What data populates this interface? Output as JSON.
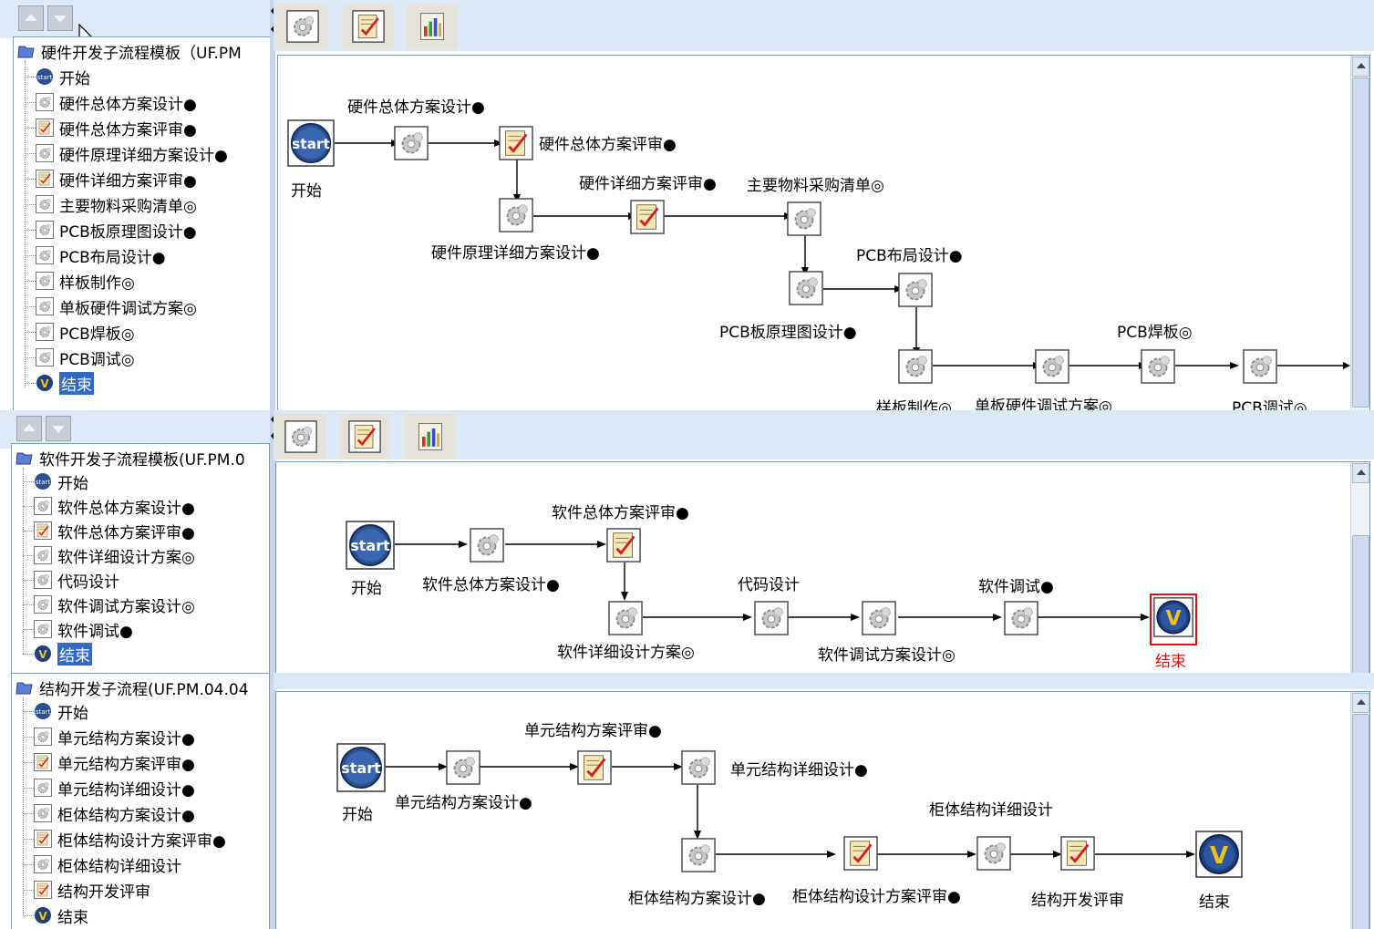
{
  "panels": [
    {
      "id": "hw",
      "tree_root": "硬件开发子流程模板（UF.PM",
      "tree": [
        {
          "label": "开始",
          "icon": "start"
        },
        {
          "label": "硬件总体方案设计●",
          "icon": "gear"
        },
        {
          "label": "硬件总体方案评审●",
          "icon": "review"
        },
        {
          "label": "硬件原理详细方案设计●",
          "icon": "gear"
        },
        {
          "label": "硬件详细方案评审●",
          "icon": "review"
        },
        {
          "label": "主要物料采购清单◎",
          "icon": "gear"
        },
        {
          "label": "PCB板原理图设计●",
          "icon": "gear"
        },
        {
          "label": "PCB布局设计●",
          "icon": "gear"
        },
        {
          "label": "样板制作◎",
          "icon": "gear"
        },
        {
          "label": "单板硬件调试方案◎",
          "icon": "gear"
        },
        {
          "label": "PCB焊板◎",
          "icon": "gear"
        },
        {
          "label": "PCB调试◎",
          "icon": "gear"
        },
        {
          "label": "结束",
          "icon": "end",
          "selected": true
        }
      ],
      "flow_labels": [
        "开始",
        "硬件总体方案设计●",
        "硬件总体方案评审●",
        "硬件详细方案评审●",
        "主要物料采购清单◎",
        "硬件原理详细方案设计●",
        "PCB布局设计●",
        "PCB板原理图设计●",
        "PCB焊板◎",
        "样板制作◎",
        "单板硬件调试方案◎",
        "PCB调试◎"
      ],
      "start_text": "start"
    },
    {
      "id": "sw",
      "tree_root": "软件开发子流程模板(UF.PM.0",
      "tree": [
        {
          "label": "开始",
          "icon": "start"
        },
        {
          "label": "软件总体方案设计●",
          "icon": "gear"
        },
        {
          "label": "软件总体方案评审●",
          "icon": "review"
        },
        {
          "label": "软件详细设计方案◎",
          "icon": "gear"
        },
        {
          "label": "代码设计",
          "icon": "gear"
        },
        {
          "label": "软件调试方案设计◎",
          "icon": "gear"
        },
        {
          "label": "软件调试●",
          "icon": "gear"
        },
        {
          "label": "结束",
          "icon": "end",
          "selected": true
        }
      ],
      "flow_labels": [
        "开始",
        "软件总体方案评审●",
        "软件总体方案设计●",
        "代码设计",
        "软件调试●",
        "软件详细设计方案◎",
        "软件调试方案设计◎",
        "结束"
      ],
      "start_text": "start",
      "end_text": "V"
    },
    {
      "id": "st",
      "tree_root": "结构开发子流程(UF.PM.04.04",
      "tree": [
        {
          "label": "开始",
          "icon": "start"
        },
        {
          "label": "单元结构方案设计●",
          "icon": "gear"
        },
        {
          "label": "单元结构方案评审●",
          "icon": "review"
        },
        {
          "label": "单元结构详细设计●",
          "icon": "gear"
        },
        {
          "label": "柜体结构方案设计●",
          "icon": "gear"
        },
        {
          "label": "柜体结构设计方案评审●",
          "icon": "review"
        },
        {
          "label": "柜体结构详细设计",
          "icon": "gear"
        },
        {
          "label": "结构开发评审",
          "icon": "review"
        },
        {
          "label": "结束",
          "icon": "end"
        }
      ],
      "flow_labels": [
        "单元结构方案评审●",
        "单元结构详细设计●",
        "开始",
        "单元结构方案设计●",
        "柜体结构详细设计",
        "柜体结构方案设计●",
        "柜体结构设计方案评审●",
        "结构开发评审",
        "结束"
      ],
      "start_text": "start",
      "end_text": "V"
    }
  ],
  "colors": {
    "toolbar_bg": "#dde8f7",
    "selection": "#316ac5",
    "end_label": "#e01010",
    "border": "#7f9db9"
  },
  "icons": [
    "folder-icon",
    "start-icon",
    "gear-task-icon",
    "review-task-icon",
    "end-icon",
    "chart-icon"
  ]
}
